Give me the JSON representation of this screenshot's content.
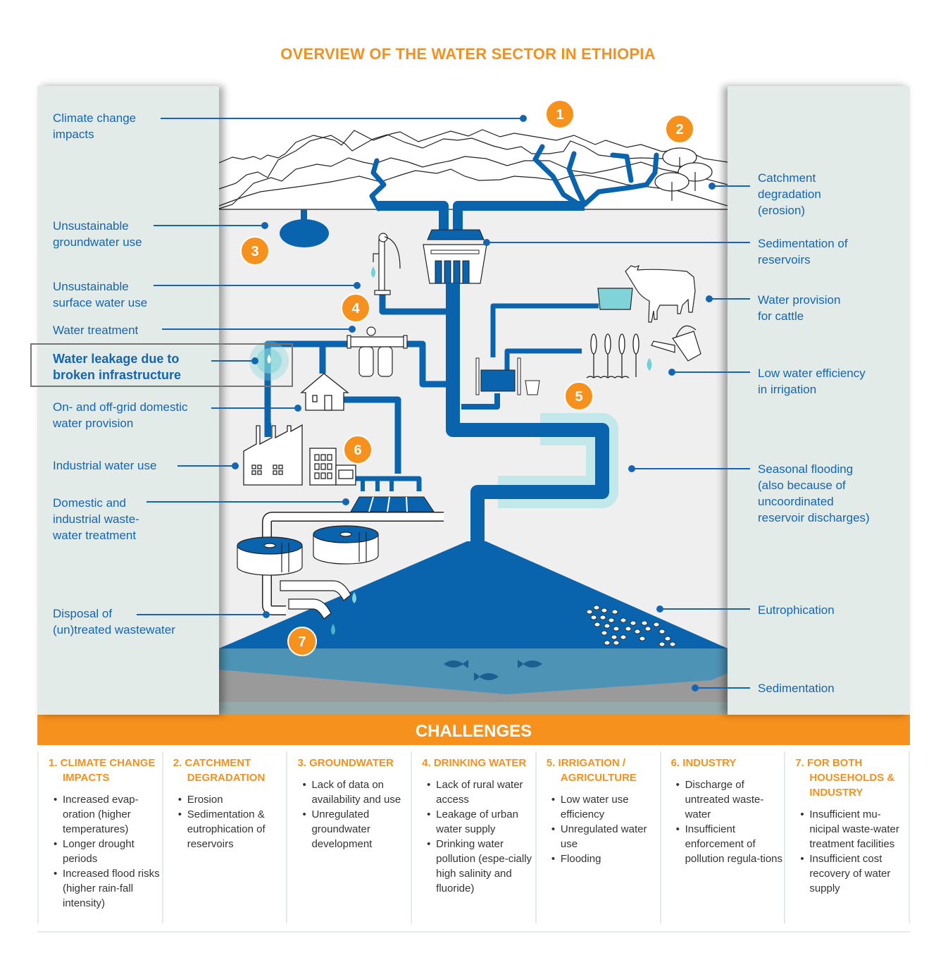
{
  "title": "OVERVIEW OF THE WATER SECTOR IN ETHIOPIA",
  "colors": {
    "accent_orange": "#f7911e",
    "label_blue": "#1565b0",
    "pipe_blue": "#0a63ad",
    "light_teal": "#7fd3d9",
    "panel_green_grey": "#e2ebe7",
    "scene_grey": "#efefef",
    "sediment_grey": "#9a9a9a"
  },
  "left_labels": [
    {
      "id": "climate",
      "text": "Climate change\nimpacts"
    },
    {
      "id": "groundwater",
      "text": "Unsustainable\ngroundwater use"
    },
    {
      "id": "surface",
      "text": "Unsustainable\nsurface water use"
    },
    {
      "id": "treatment",
      "text": "Water treatment"
    },
    {
      "id": "leakage",
      "text": "Water leakage due to\nbroken infrastructure",
      "highlighted": true
    },
    {
      "id": "domestic",
      "text": "On- and off-grid domestic\nwater provision"
    },
    {
      "id": "industrial",
      "text": "Industrial water use"
    },
    {
      "id": "wastewater",
      "text": "Domestic and\nindustrial waste-\nwater treatment"
    },
    {
      "id": "disposal",
      "text": "Disposal of\n(un)treated wastewater"
    }
  ],
  "right_labels": [
    {
      "id": "catchment",
      "text": "Catchment\ndegradation\n(erosion)"
    },
    {
      "id": "reservoir_sed",
      "text": "Sedimentation of\nreservoirs"
    },
    {
      "id": "cattle",
      "text": "Water provision\nfor cattle"
    },
    {
      "id": "irrigation",
      "text": "Low water efficiency\nin irrigation"
    },
    {
      "id": "flooding",
      "text": "Seasonal flooding\n(also because of\nuncoordinated\nreservoir discharges)"
    },
    {
      "id": "eutrophication",
      "text": "Eutrophication"
    },
    {
      "id": "sedimentation",
      "text": "Sedimentation"
    }
  ],
  "markers": [
    "1",
    "2",
    "3",
    "4",
    "5",
    "6",
    "7"
  ],
  "challenges": {
    "heading": "CHALLENGES",
    "columns": [
      {
        "title": "1. CLIMATE CHANGE IMPACTS",
        "items": [
          "Increased evap-oration (higher temperatures)",
          "Longer drought periods",
          "Increased flood risks (higher rain-fall intensity)"
        ]
      },
      {
        "title": "2. CATCHMENT DEGRADATION",
        "items": [
          "Erosion",
          "Sedimentation & eutrophication of reservoirs"
        ]
      },
      {
        "title": "3. GROUNDWATER",
        "items": [
          "Lack of data on availability and use",
          "Unregulated groundwater development"
        ]
      },
      {
        "title": "4. DRINKING WATER",
        "items": [
          "Lack of rural water access",
          "Leakage of urban water supply",
          "Drinking water pollution (espe-cially high salinity and fluoride)"
        ]
      },
      {
        "title": "5. IRRIGATION / AGRICULTURE",
        "items": [
          "Low water use efficiency",
          "Unregulated water use",
          "Flooding"
        ]
      },
      {
        "title": "6. INDUSTRY",
        "items": [
          "Discharge of untreated waste-water",
          "Insufficient enforcement of pollution regula-tions"
        ]
      },
      {
        "title": "7. FOR BOTH HOUSEHOLDS & INDUSTRY",
        "items": [
          "Insufficient mu-nicipal waste-water treatment facilities",
          "Insufficient cost recovery of water supply"
        ]
      }
    ]
  }
}
